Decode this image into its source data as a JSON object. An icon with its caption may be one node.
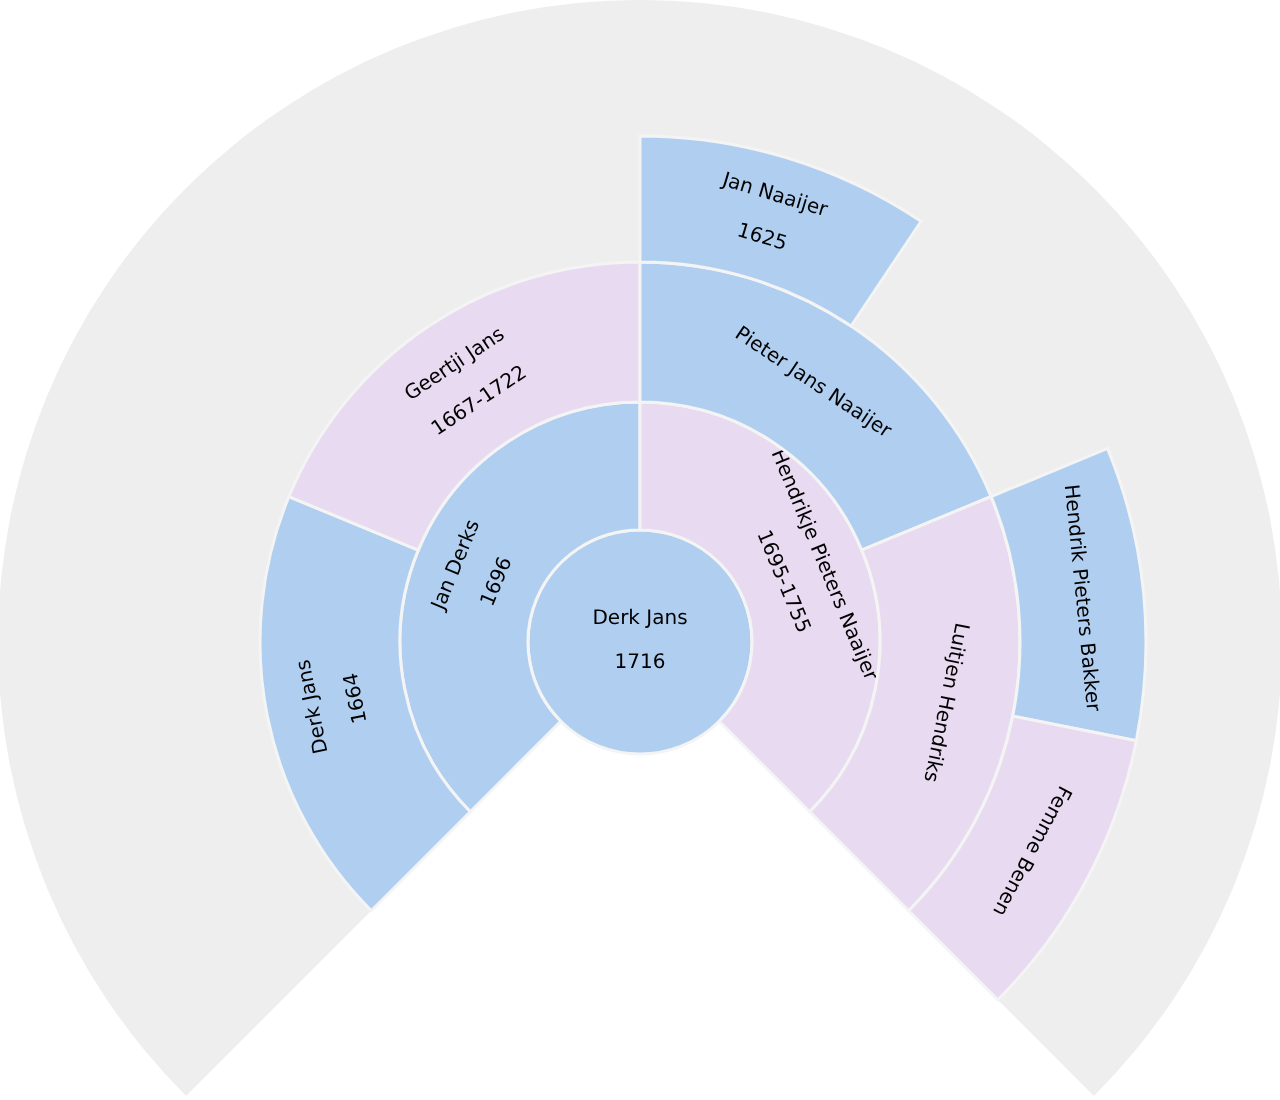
{
  "diagram": {
    "nodes": [
      {
        "text": [
          "Derk Jans",
          "1716"
        ]
      },
      {
        "text": [
          "Jan Derks",
          "1696"
        ]
      },
      {
        "text": [
          "Hendrikje Pieters Naaijer",
          "1695-1755"
        ]
      },
      {
        "text": [
          "Derk Jans",
          "1664"
        ]
      },
      {
        "text": [
          "Geertji Jans",
          "1667-1722"
        ]
      },
      {
        "text": [
          "Pieter Jans Naaijer"
        ]
      },
      {
        "text": [
          "Luitjen Hendriks"
        ]
      },
      {
        "text": [
          "Jan Naaijer",
          "1625"
        ]
      },
      {
        "text": [
          "Hendrik Pieters Bakker"
        ]
      },
      {
        "text": [
          "Femme Benen"
        ]
      }
    ],
    "edges": []
  }
}
